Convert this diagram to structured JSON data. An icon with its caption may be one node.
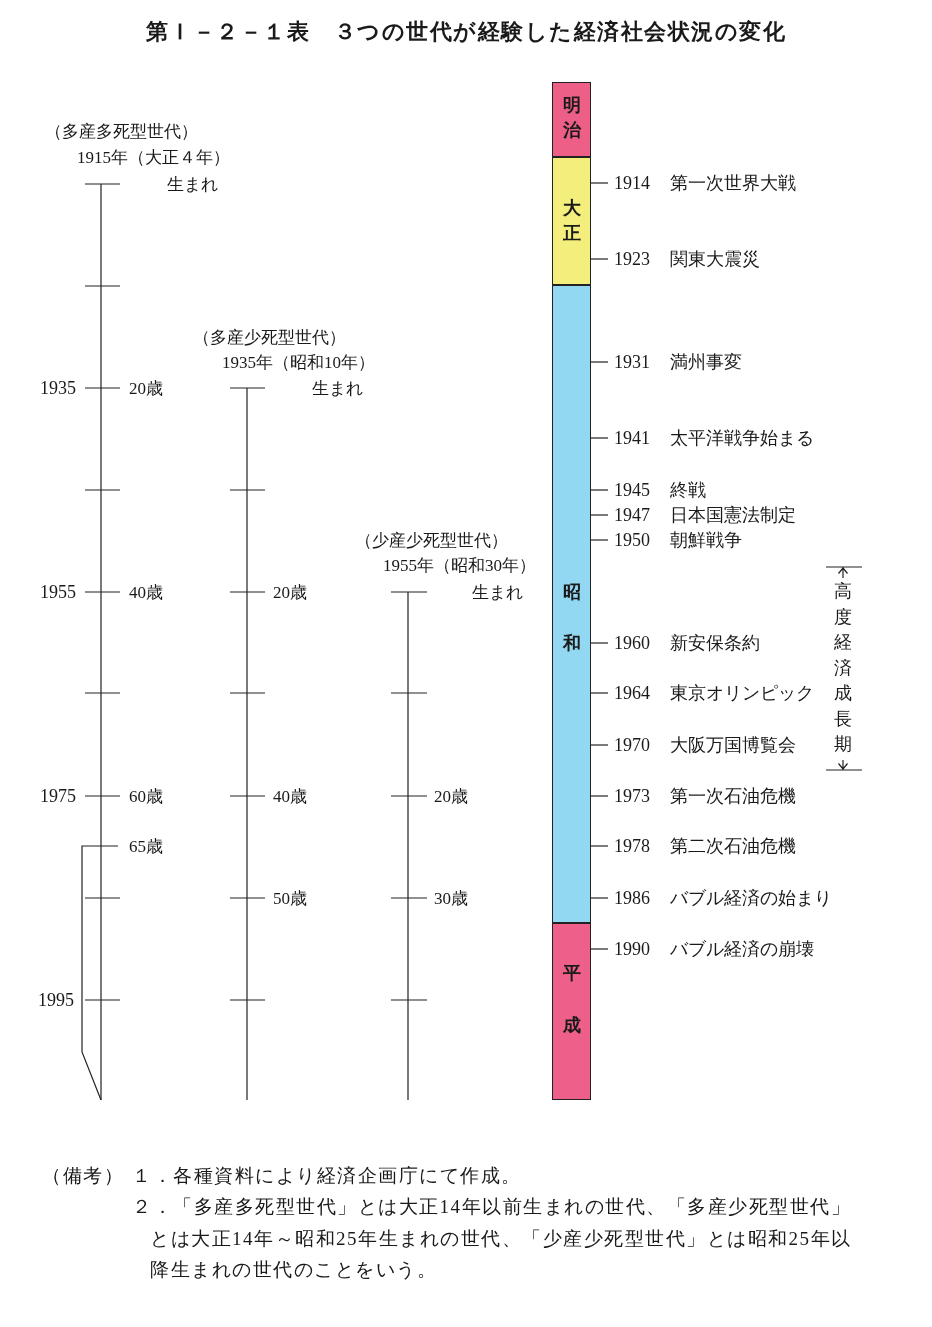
{
  "diagram": {
    "title": "第Ｉ－２－１表　３つの世代が経験した経済社会状況の変化",
    "nodes": [
      {
        "text": [
          "明治"
        ]
      },
      {
        "text": [
          "大正"
        ]
      },
      {
        "text": [
          "昭和"
        ]
      },
      {
        "text": [
          "平成"
        ]
      },
      {
        "text": [
          "1914"
        ],
        "beside": [
          "第一次世界大戦"
        ]
      },
      {
        "text": [
          "1923"
        ],
        "beside": [
          "関東大震災"
        ]
      },
      {
        "text": [
          "1931"
        ],
        "beside": [
          "満州事変"
        ]
      },
      {
        "text": [
          "1941"
        ],
        "beside": [
          "太平洋戦争始まる"
        ]
      },
      {
        "text": [
          "1945"
        ],
        "beside": [
          "終戦"
        ]
      },
      {
        "text": [
          "1947"
        ],
        "beside": [
          "日本国憲法制定"
        ]
      },
      {
        "text": [
          "1950"
        ],
        "beside": [
          "朝鮮戦争"
        ]
      },
      {
        "text": [
          "1960"
        ],
        "beside": [
          "新安保条約"
        ]
      },
      {
        "text": [
          "1964"
        ],
        "beside": [
          "東京オリンピック"
        ]
      },
      {
        "text": [
          "1970"
        ],
        "beside": [
          "大阪万国博覧会"
        ]
      },
      {
        "text": [
          "1973"
        ],
        "beside": [
          "第一次石油危機"
        ]
      },
      {
        "text": [
          "1978"
        ],
        "beside": [
          "第二次石油危機"
        ]
      },
      {
        "text": [
          "1986"
        ],
        "beside": [
          "バブル経済の始まり"
        ]
      },
      {
        "text": [
          "1990"
        ],
        "beside": [
          "バブル経済の崩壊"
        ]
      }
    ],
    "edges": [
      {
        "from": 1,
        "to": 4,
        "arrow": "none"
      },
      {
        "from": 1,
        "to": 5,
        "arrow": "none"
      },
      {
        "from": 2,
        "to": 6,
        "arrow": "none"
      },
      {
        "from": 2,
        "to": 7,
        "arrow": "none"
      },
      {
        "from": 2,
        "to": 8,
        "arrow": "none"
      },
      {
        "from": 2,
        "to": 9,
        "arrow": "none"
      },
      {
        "from": 2,
        "to": 10,
        "arrow": "none"
      },
      {
        "from": 2,
        "to": 11,
        "arrow": "none"
      },
      {
        "from": 2,
        "to": 12,
        "arrow": "none"
      },
      {
        "from": 2,
        "to": 13,
        "arrow": "none"
      },
      {
        "from": 2,
        "to": 14,
        "arrow": "none"
      },
      {
        "from": 2,
        "to": 15,
        "arrow": "none"
      },
      {
        "from": 2,
        "to": 16,
        "arrow": "none"
      },
      {
        "from": 3,
        "to": 17,
        "arrow": "none"
      }
    ],
    "labels": [
      "（多産多死型世代）",
      "1915年（大正４年）",
      "生まれ",
      "1935",
      "20歳",
      "1955",
      "40歳",
      "1975",
      "60歳",
      "65歳",
      "1995",
      "（多産少死型世代）",
      "1935年（昭和10年）",
      "生まれ",
      "20歳",
      "40歳",
      "50歳",
      "（少産少死型世代）",
      "1955年（昭和30年）",
      "生まれ",
      "20歳",
      "30歳",
      "高度経済成長期",
      "（備考）",
      "１．各種資料により経済企画庁にて作成。",
      "２．「多産多死型世代」とは大正14年以前生まれの世代、「多産少死型世代」とは大正14年～昭和25年生まれの世代、「少産少死型世代」とは昭和25年以降生まれの世代のことをいう。"
    ]
  }
}
